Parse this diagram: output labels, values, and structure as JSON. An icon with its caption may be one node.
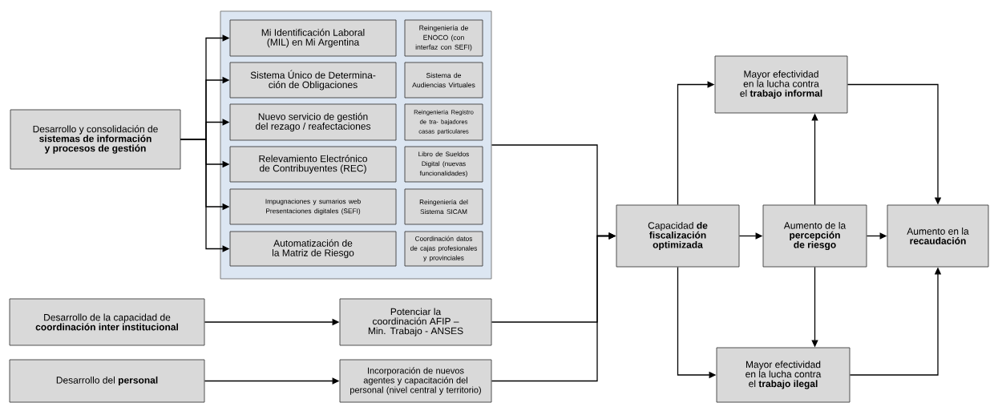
{
  "diagram": {
    "nodes": [
      {
        "text": [
          "Desarrollo y consolidación de **sistemas de información y procesos de gestión**"
        ]
      },
      {
        "text": [],
        "shape": "box"
      },
      {
        "text": [
          "Mi Identificación Laboral (MIL) en Mi Argentina"
        ],
        "in": 1
      },
      {
        "text": [
          "Reingeniería de ENOCO (con interfaz con SEFI)"
        ],
        "in": 1
      },
      {
        "text": [
          "Sistema Único de Determina- ción de Obligaciones"
        ],
        "in": 1
      },
      {
        "text": [
          "Sistema de Audiencias Virtuales"
        ],
        "in": 1
      },
      {
        "text": [
          "Nuevo servicio de gestión del rezago / reafectaciones"
        ],
        "in": 1
      },
      {
        "text": [
          "Reingeniería Registro de tra- bajadores casas particulares"
        ],
        "in": 1
      },
      {
        "text": [
          "Relevamiento Electrónico de Contribuyentes (REC)"
        ],
        "in": 1
      },
      {
        "text": [
          "Libro de Sueldos Digital (nuevas funcionalidades)"
        ],
        "in": 1
      },
      {
        "text": [
          "Impugnaciones y sumarios web Presentaciones digitales (SEFI)"
        ],
        "in": 1
      },
      {
        "text": [
          "Reingeniería del Sistema SICAM"
        ],
        "in": 1
      },
      {
        "text": [
          "Automatización de la Matriz de Riesgo"
        ],
        "in": 1
      },
      {
        "text": [
          "Coordinación datos de cajas profesionales y provinciales"
        ],
        "in": 1
      },
      {
        "text": [
          "Desarrollo de la capacidad de **coordinación inter institucional**"
        ]
      },
      {
        "text": [
          "Potenciar la coordinación AFIP – Min. Trabajo - ANSES"
        ]
      },
      {
        "text": [
          "Desarrollo del **personal**"
        ]
      },
      {
        "text": [
          "Incorporación de nuevos agentes y capacitación del personal (nivel central y territorio)"
        ]
      },
      {
        "text": [
          "Capacidad **de fiscalización optimizada**"
        ]
      },
      {
        "text": [
          "Aumento de la **percepción de riesgo**"
        ]
      },
      {
        "text": [
          "Aumento en la **recaudación**"
        ]
      },
      {
        "text": [
          "Mayor efectividad en la lucha contra el **trabajo informal**"
        ]
      },
      {
        "text": [
          "Mayor efectividad en la lucha contra el **trabajo ilegal**"
        ]
      }
    ],
    "edges": [
      {
        "from": 0,
        "to": 2,
        "arrow": "to"
      },
      {
        "from": 0,
        "to": 4,
        "arrow": "to"
      },
      {
        "from": 0,
        "to": 6,
        "arrow": "to"
      },
      {
        "from": 0,
        "to": 8,
        "arrow": "to"
      },
      {
        "from": 0,
        "to": 10,
        "arrow": "to"
      },
      {
        "from": 0,
        "to": 12,
        "arrow": "to"
      },
      {
        "from": 14,
        "to": 15,
        "arrow": "to"
      },
      {
        "from": 16,
        "to": 17,
        "arrow": "to"
      },
      {
        "from": 1,
        "to": 18,
        "arrow": "to"
      },
      {
        "from": 15,
        "to": 18,
        "arrow": "to"
      },
      {
        "from": 17,
        "to": 18,
        "arrow": "to"
      },
      {
        "from": 18,
        "to": 19,
        "arrow": "to"
      },
      {
        "from": 19,
        "to": 20,
        "arrow": "to"
      },
      {
        "from": 18,
        "to": 21,
        "arrow": "to"
      },
      {
        "from": 18,
        "to": 22,
        "arrow": "to"
      },
      {
        "from": 19,
        "to": 21,
        "arrow": "to"
      },
      {
        "from": 19,
        "to": 22,
        "arrow": "to"
      },
      {
        "from": 21,
        "to": 20,
        "arrow": "to"
      },
      {
        "from": 22,
        "to": 20,
        "arrow": "to"
      }
    ]
  }
}
